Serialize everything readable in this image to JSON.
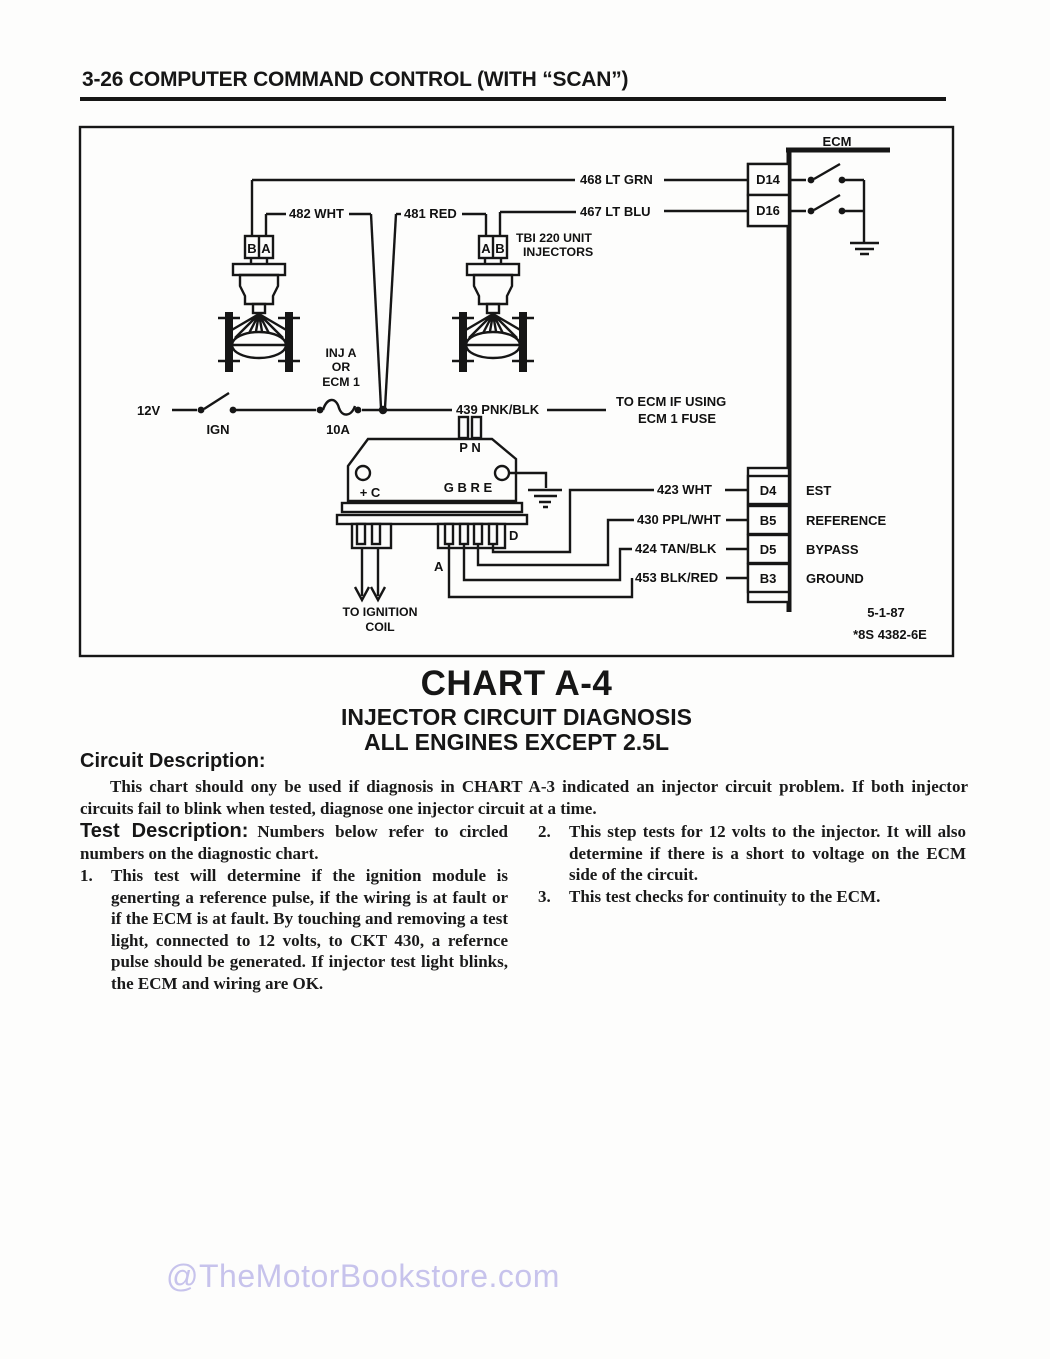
{
  "page": {
    "header": "3-26  COMPUTER COMMAND CONTROL (WITH “SCAN”)",
    "watermark": "@TheMotorBookstore.com"
  },
  "diagram": {
    "ecm": "ECM",
    "d14": "D14",
    "d16": "D16",
    "w468": "468 LT GRN",
    "w482": "482 WHT",
    "w481": "481 RED",
    "w467": "467 LT BLU",
    "tbi1": "TBI 220 UNIT",
    "tbi2": "INJECTORS",
    "injL_b": "B",
    "injL_a": "A",
    "injR_a": "A",
    "injR_b": "B",
    "injf1": "INJ A",
    "injf2": "OR",
    "injf3": "ECM 1",
    "v12": "12V",
    "ign": "IGN",
    "fuse10a": "10A",
    "w439": "439 PNK/BLK",
    "toecm1": "TO ECM IF USING",
    "toecm2": "ECM 1 FUSE",
    "pn": "P N",
    "plusc": "+ C",
    "gbre": "G B R E",
    "pind": "D",
    "pina": "A",
    "coil1": "TO IGNITION",
    "coil2": "COIL",
    "w423": "423 WHT",
    "w430": "430 PPL/WHT",
    "w424": "424 TAN/BLK",
    "w453": "453 BLK/RED",
    "d4": "D4",
    "b5": "B5",
    "d5": "D5",
    "b3": "B3",
    "est": "EST",
    "ref": "REFERENCE",
    "byp": "BYPASS",
    "gnd": "GROUND",
    "date": "5-1-87",
    "docnum": "*8S 4382-6E"
  },
  "chart": {
    "title": "CHART A-4",
    "subtitle1": "INJECTOR CIRCUIT DIAGNOSIS",
    "subtitle2": "ALL ENGINES EXCEPT 2.5L"
  },
  "circuit": {
    "heading": "Circuit Description:",
    "body": "This chart should ony be used if diagnosis in CHART A-3 indicated an injector circuit problem.  If both injector circuits fail to blink when tested, diagnose one injector circuit at a time."
  },
  "test": {
    "heading": "Test Description:",
    "intro": "Numbers below refer to circled numbers on the diagnostic chart.",
    "items": [
      {
        "num": "1.",
        "text": "This test will determine if the ignition module is generting a reference pulse, if the wiring is at fault or if the ECM is at fault.  By touching and removing a test light, connected to 12 volts,  to CKT 430, a refernce pulse should be generated.  If injector test light blinks, the ECM and wiring are OK."
      },
      {
        "num": "2.",
        "text": "This step tests for 12 volts to the injector.  It will also determine if there is a short to voltage on the ECM side of the circuit."
      },
      {
        "num": "3.",
        "text": "This test checks for continuity to the ECM."
      }
    ]
  }
}
